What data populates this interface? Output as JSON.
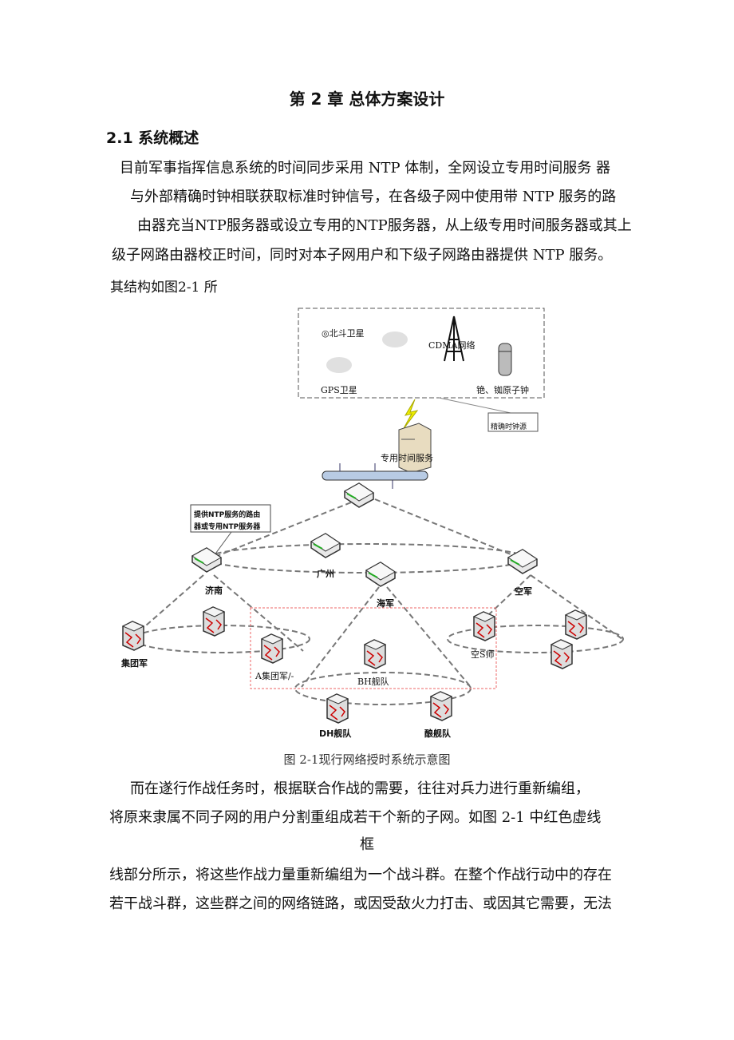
{
  "chapter_title": "第 2 章 总体方案设计",
  "section_title": "2.1 系统概述",
  "paragraph1": [
    "目前军事指挥信息系统的时间同步采用 NTP 体制，全网设立专用时间服务 器",
    "与外部精确时钟相联获取标准时钟信号，在各级子网中使用带 NTP 服务的路",
    "由器充当NTP服务器或设立专用的NTP服务器，从上级专用时间服务器或其上",
    "级子网路由器校正时间，同时对本子网用户和下级子网路由器提供 NTP 服务。",
    "其结构如图2-1 所"
  ],
  "figure": {
    "labels": {
      "beidou": "◎北斗卫星",
      "cdma": "CDMA网络",
      "gps": "GPS卫星",
      "atomic_clock": "铯、铷原子钟",
      "precise_source": "精确时钟源",
      "time_server": "专用时间服务",
      "callout": [
        "提供NTP服务的路由",
        "器或专用NTP服务器"
      ],
      "jinan": "济南",
      "guangzhou": "广州",
      "navy": "海军",
      "airforce": "空军",
      "group_army": "集团军",
      "a_group_army": "A集团军/-",
      "bh_fleet": "BH舰队",
      "air_division": "空S师",
      "dh_fleet": "DH舰队",
      "fleet4": "酿舰队"
    },
    "caption": "图 2-1现行网络授时系统示意图"
  },
  "paragraph2": [
    "而在遂行作战任务时，根据联合作战的需要，往往对兵力进行重新编组，",
    "将原来隶属不同子网的用户分割重组成若干个新的子网。如图 2-1 中红色虚线",
    "框",
    "线部分所示，将这些作战力量重新编组为一个战斗群。在整个作战行动中的存在",
    "若干战斗群，这些群之间的网络链路，或因受敌火力打击、或因其它需要，无法"
  ]
}
